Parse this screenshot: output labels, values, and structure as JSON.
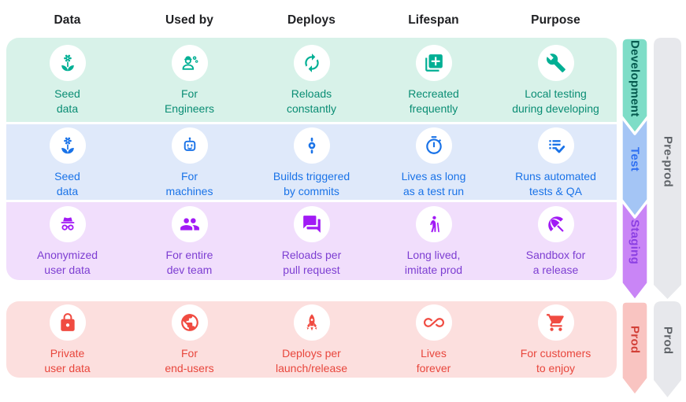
{
  "headers": [
    "Data",
    "Used by",
    "Deploys",
    "Lifespan",
    "Purpose"
  ],
  "rows": [
    {
      "name": "Development",
      "cells": [
        {
          "icon": "seed-icon",
          "label": "Seed\ndata"
        },
        {
          "icon": "engineer-icon",
          "label": "For\nEngineers"
        },
        {
          "icon": "reload-icon",
          "label": "Reloads\nconstantly"
        },
        {
          "icon": "library-add-icon",
          "label": "Recreated\nfrequently"
        },
        {
          "icon": "wrench-icon",
          "label": "Local testing\nduring developing"
        }
      ]
    },
    {
      "name": "Test",
      "cells": [
        {
          "icon": "seed-icon",
          "label": "Seed\ndata"
        },
        {
          "icon": "robot-icon",
          "label": "For\nmachines"
        },
        {
          "icon": "commit-icon",
          "label": "Builds triggered\nby commits"
        },
        {
          "icon": "timer-icon",
          "label": "Lives as long\nas a test run"
        },
        {
          "icon": "checklist-icon",
          "label": "Runs automated\ntests & QA"
        }
      ]
    },
    {
      "name": "Staging",
      "cells": [
        {
          "icon": "incognito-icon",
          "label": "Anonymized\nuser data"
        },
        {
          "icon": "group-icon",
          "label": "For entire\ndev team"
        },
        {
          "icon": "chat-icon",
          "label": "Reloads per\npull request"
        },
        {
          "icon": "elderly-icon",
          "label": "Long lived,\nimitate prod"
        },
        {
          "icon": "umbrella-icon",
          "label": "Sandbox for\na release"
        }
      ]
    },
    {
      "name": "Prod",
      "cells": [
        {
          "icon": "lock-icon",
          "label": "Private\nuser data"
        },
        {
          "icon": "globe-icon",
          "label": "For\nend-users"
        },
        {
          "icon": "rocket-icon",
          "label": "Deploys per\nlaunch/release"
        },
        {
          "icon": "infinity-icon",
          "label": "Lives\nforever"
        },
        {
          "icon": "cart-icon",
          "label": "For customers\nto enjoy"
        }
      ]
    }
  ],
  "rail": {
    "stages": [
      {
        "label": "Development",
        "color": "#7eddc7",
        "text_color": "#04594e"
      },
      {
        "label": "Test",
        "color": "#a4c5f5",
        "text_color": "#2e6ff2"
      },
      {
        "label": "Staging",
        "color": "#c985f6",
        "text_color": "#8b3fe3"
      },
      {
        "label": "Prod",
        "color": "#f9c4c1",
        "text_color": "#d23f37"
      }
    ],
    "groups": [
      {
        "label": "Pre-prod",
        "color": "#e7e8ec",
        "text_color": "#5f6368"
      },
      {
        "label": "Prod",
        "color": "#e7e8ec",
        "text_color": "#5f6368"
      }
    ]
  },
  "colors": {
    "header_text": "#202124",
    "dev_bg": "#d8f2e9",
    "dev_fg": "#0a8d74",
    "dev_icon": "#00af94",
    "test_bg": "#dfe9fa",
    "test_fg": "#1a73e8",
    "test_icon": "#1a73e8",
    "staging_bg": "#f1defc",
    "staging_fg": "#7d3ed2",
    "staging_icon": "#a11af5",
    "prod_bg": "#fcdfde",
    "prod_fg": "#e8463c",
    "prod_icon": "#f04b41"
  }
}
